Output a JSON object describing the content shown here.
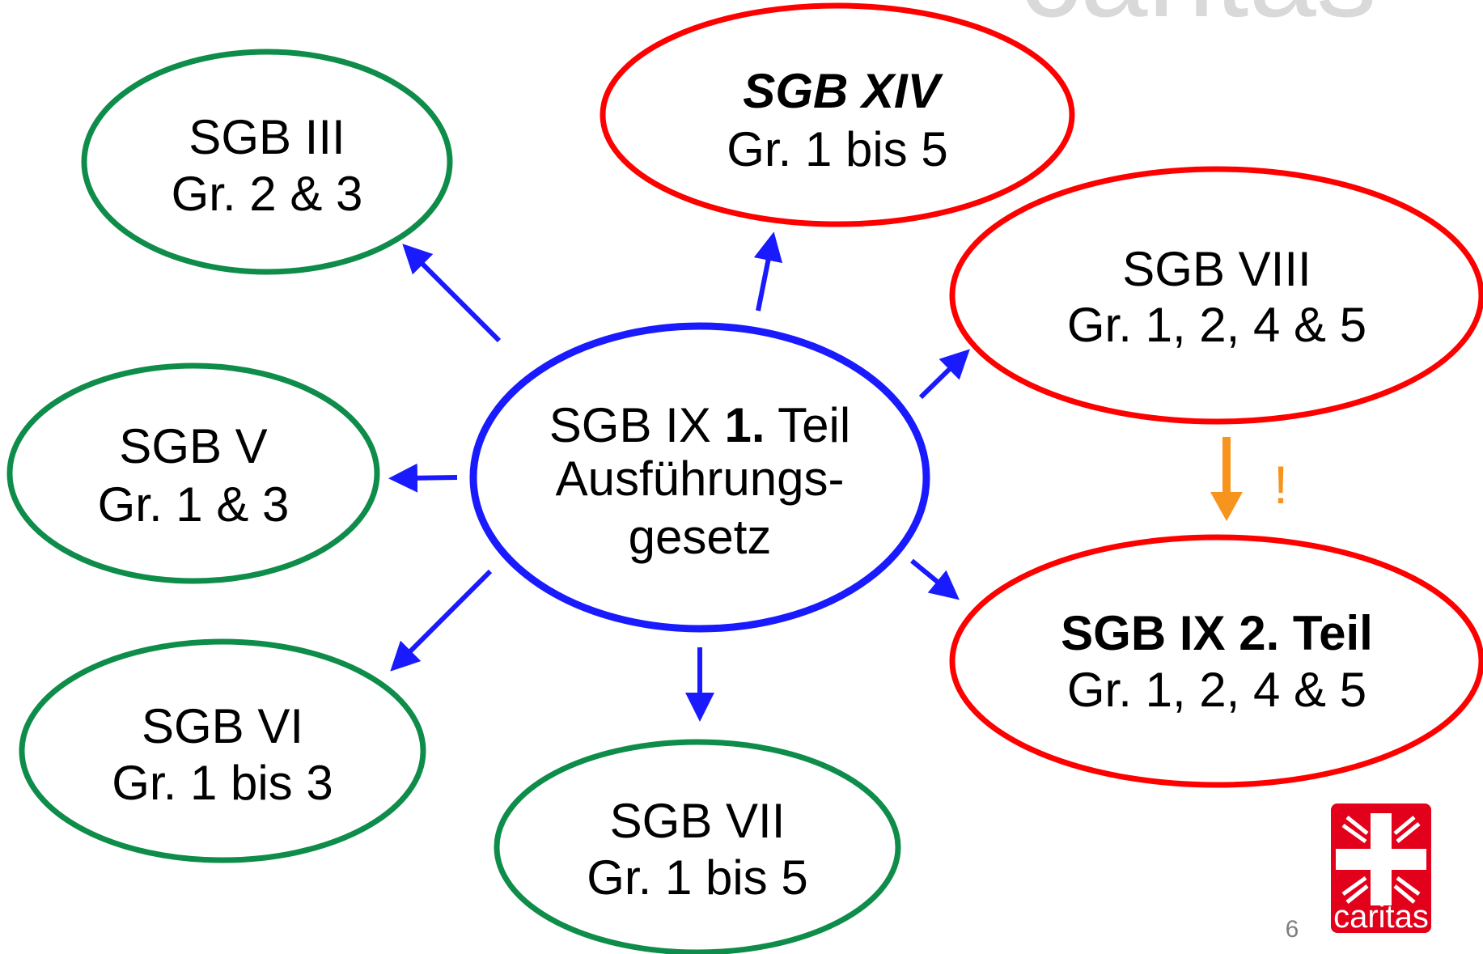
{
  "watermark": "caritas",
  "center": {
    "line1_a": "SGB IX ",
    "line1_b": "1.",
    "line1_c": " Teil",
    "line2": "Ausführungs-",
    "line3": "gesetz",
    "color": "#1a1aff"
  },
  "nodes": {
    "sgb3": {
      "title": "SGB III",
      "sub": "Gr. 2 & 3"
    },
    "sgb5": {
      "title": "SGB V",
      "sub": "Gr. 1 & 3"
    },
    "sgb6": {
      "title": "SGB VI",
      "sub": "Gr. 1 bis 3"
    },
    "sgb7": {
      "title": "SGB VII",
      "sub": "Gr. 1 bis 5"
    },
    "sgb14": {
      "title": "SGB XIV",
      "sub": "Gr. 1 bis 5"
    },
    "sgb8": {
      "title": "SGB VIII",
      "sub": "Gr. 1, 2, 4 & 5"
    },
    "sgb9t2": {
      "title": "SGB IX 2. Teil",
      "sub": "Gr. 1, 2, 4 & 5"
    }
  },
  "exclamation": "!",
  "page_number": "6",
  "logo": {
    "text": "caritas",
    "color": "#e2001a"
  },
  "colors": {
    "green": "#0e8c4a",
    "red": "#ff0000",
    "blue": "#1a1aff",
    "orange": "#f7941d"
  }
}
